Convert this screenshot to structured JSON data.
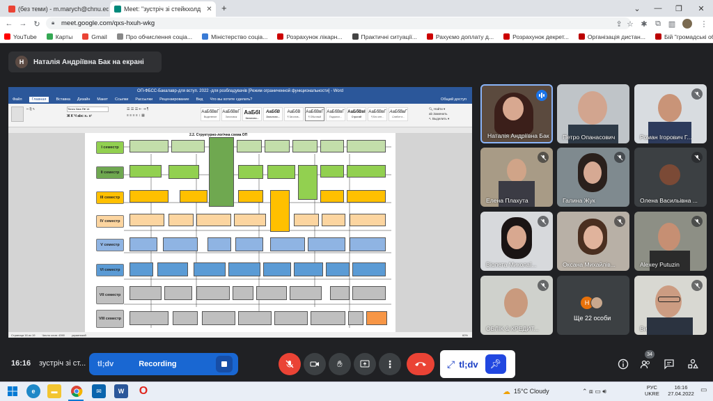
{
  "browser": {
    "tabs": [
      {
        "title": "(без теми) - m.marych@chnu.ed"
      },
      {
        "title": "Meet: \"зустріч зі стейкхолд"
      }
    ],
    "new_tab": "+",
    "url": "meet.google.com/qxs-hxuh-wkg",
    "bookmarks": [
      "YouTube",
      "Карты",
      "Gmail",
      "Про обчислення соціа...",
      "Міністерство соціа...",
      "Розрахунок лікарн...",
      "Практичні ситуації...",
      "Рахуємо доплату д...",
      "Розрахунок декрет...",
      "Організація дистан...",
      "Бій \"громадські об'..."
    ]
  },
  "meet": {
    "presenter_initial": "Н",
    "presenter_text": "Наталія Андріївна Бак на екрані",
    "participants": [
      {
        "name": "Наталія Андріївна Бак",
        "speaking": true
      },
      {
        "name": "Петро Опанасович",
        "muted": false
      },
      {
        "name": "Роман Ігорович Г...",
        "muted": true
      },
      {
        "name": "Елена Плахута",
        "muted": true
      },
      {
        "name": "Галина Жук",
        "muted": true
      },
      {
        "name": "Олена Васильівна ...",
        "muted": true
      },
      {
        "name": "Віолета Миколаї...",
        "muted": true
      },
      {
        "name": "Оксана Михайлів...",
        "muted": true
      },
      {
        "name": "Alexey Putuzin",
        "muted": true
      },
      {
        "name": "ОБЛІК & КРЕДИТ...",
        "muted": true
      },
      {
        "name": "Ще 22 особи",
        "initial": "Н"
      },
      {
        "name": "Ви",
        "muted": true
      }
    ],
    "time": "16:16",
    "meeting_title": "зустріч зі ст...",
    "recording_app": "tl;dv",
    "recording_label": "Recording",
    "tldv_label": "tl;dv",
    "people_count": "34"
  },
  "word": {
    "title": "ОП-ФБСС-Бакалавр-для вступ. 2022 -для розбладувачів [Режим ограниченной функциональности] - Word",
    "tabs": [
      "Файл",
      "Главная",
      "Вставка",
      "Дизайн",
      "Макет",
      "Ссылки",
      "Рассылки",
      "Рецензирование",
      "Вид",
      "Что вы хотите сделать?"
    ],
    "share": "Общий доступ",
    "styles": [
      {
        "s": "АаБбВвГ",
        "n": "Выделение"
      },
      {
        "s": "АаБбВвГ",
        "n": "Заголовок"
      },
      {
        "s": "АаБбІ",
        "n": "Заголово..."
      },
      {
        "s": "АаБбВ",
        "n": "Заголово..."
      },
      {
        "s": "АаБбВ",
        "n": "¶ Заголов..."
      },
      {
        "s": "АаБбВвГ",
        "n": "¶ Обычный"
      },
      {
        "s": "АаБбВвГ",
        "n": "Подзагол..."
      },
      {
        "s": "АаБбВвІ",
        "n": "Строгий"
      },
      {
        "s": "АаБбВвГ",
        "n": "¶ Без инт..."
      },
      {
        "s": "АаБбВвГ",
        "n": "Слабое в..."
      }
    ],
    "heading": "2.2. Структурно-логічна схема ОП",
    "semesters": [
      "І семестр",
      "ІІ семестр",
      "ІІІ семестр",
      "IV семестр",
      "V семестр",
      "VІ семестр",
      "VІІ семестр",
      "VІІІ семестр"
    ],
    "status": [
      "Страница 16 из 19",
      "Число слов: 4390",
      "украинский"
    ],
    "zoom": "60%"
  },
  "taskbar": {
    "weather": "15°C  Cloudy",
    "lang": "РУС",
    "lang2": "UKRE",
    "clock_time": "16:16",
    "clock_date": "27.04.2022"
  },
  "colors": {
    "meet_bg": "#202124",
    "rec_blue": "#1967d2",
    "hangup": "#ea4335",
    "word_blue": "#2b579a"
  }
}
